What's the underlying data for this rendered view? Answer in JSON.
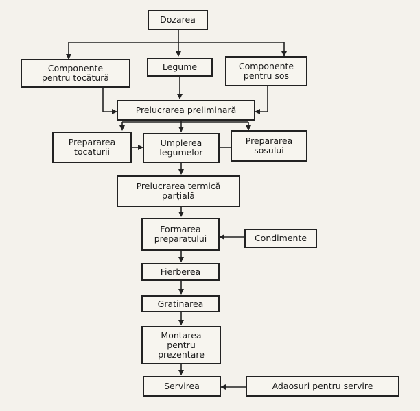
{
  "nodes": {
    "dozarea": "Dozarea",
    "componente_tocatura": "Componente\npentru tocătură",
    "legume": "Legume",
    "componente_sos": "Componente\npentru sos",
    "prelucrarea_preliminara": "Prelucrarea preliminară",
    "prepararea_tocaturii": "Prepararea\ntocăturii",
    "umplerea_legumelor": "Umplerea\nlegumelor",
    "prepararea_sosului": "Prepararea\nsosului",
    "prelucrarea_termica": "Prelucrarea termică\nparțială",
    "formarea_preparatului": "Formarea\npreparatului",
    "condimente": "Condimente",
    "fierberea": "Fierberea",
    "gratinarea": "Gratinarea",
    "montarea": "Montarea\npentru\nprezentare",
    "servirea": "Servirea",
    "adaosuri": "Adaosuri pentru servire"
  }
}
